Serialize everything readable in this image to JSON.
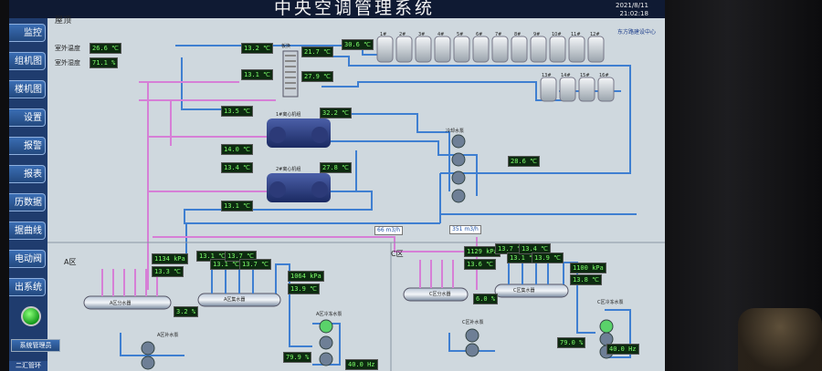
{
  "header": {
    "title": "中央空调管理系统",
    "date": "2021/8/11",
    "time": "21:02:18",
    "company": "东方路建设中心"
  },
  "sidebar": {
    "items": [
      {
        "label": "监控"
      },
      {
        "label": "组机图"
      },
      {
        "label": "楼机图"
      },
      {
        "label": "设置"
      },
      {
        "label": "报警"
      },
      {
        "label": "报表"
      },
      {
        "label": "历数据"
      },
      {
        "label": "据曲线"
      },
      {
        "label": "电动阀"
      },
      {
        "label": "出系统"
      }
    ],
    "manage_button": "系统管理员",
    "bottom_button": "二汇管环"
  },
  "page": {
    "label": "屋顶",
    "outdoor_temp_label": "室外温度",
    "outdoor_temp": "26.6 ℃",
    "outdoor_humidity_label": "室外湿度",
    "outdoor_humidity": "71.1 %"
  },
  "exchanger": {
    "label": "板换",
    "readings": [
      "13.2 ℃",
      "13.1 ℃",
      "21.7 ℃",
      "27.9 ℃"
    ]
  },
  "cooling_towers": {
    "supply_temp": "30.6 ℃",
    "row1": [
      "1#",
      "2#",
      "3#",
      "4#",
      "5#",
      "6#",
      "7#",
      "8#",
      "9#",
      "10#",
      "11#",
      "12#"
    ],
    "row2": [
      "13#",
      "14#",
      "15#",
      "16#"
    ]
  },
  "chillers": [
    {
      "name": "1#离心机组",
      "temp_left_top": "13.5 ℃",
      "temp_right_top": "32.2 ℃",
      "temp_left_bottom": "14.0 ℃"
    },
    {
      "name": "2#离心机组",
      "temp_left_top": "13.4 ℃",
      "temp_right_top": "27.8 ℃",
      "temp_left_bottom": "13.1 ℃"
    }
  ],
  "cooling_pumps": {
    "label": "冷却水泵",
    "temp": "28.6 ℃"
  },
  "flows": [
    "66 m3/h",
    "351 m3/h"
  ],
  "zone_a": {
    "label": "A区",
    "pressure": "1134 kPa",
    "temp": "13.3 ℃",
    "dp": "3.2 %",
    "branch_temps": [
      "13.1 ℃",
      "13.1 ℃",
      "13.7 ℃",
      "13.7 ℃"
    ],
    "pressure2": "1064 kPa",
    "temp2": "13.9 ℃",
    "distributor": "A区分水器",
    "collector": "A区集水器",
    "makeup_pump": "A区补水泵",
    "chw_pump": "A区冷冻水泵",
    "percent": "79.9 %",
    "freq": "40.0 Hz"
  },
  "zone_c": {
    "label": "C区",
    "pressure": "1129 kPa",
    "temp": "13.6 ℃",
    "dp": "6.0 %",
    "branch_temps": [
      "13.7 ℃",
      "13.1 ℃",
      "13.4 ℃",
      "13.9 ℃"
    ],
    "pressure2": "1100 kPa",
    "temp2": "13.8 ℃",
    "distributor": "C区分水器",
    "collector": "C区集水器",
    "makeup_pump": "C区补水泵",
    "chw_pump": "C区冷冻水泵",
    "percent": "79.0 %",
    "freq": "40.0 Hz"
  }
}
